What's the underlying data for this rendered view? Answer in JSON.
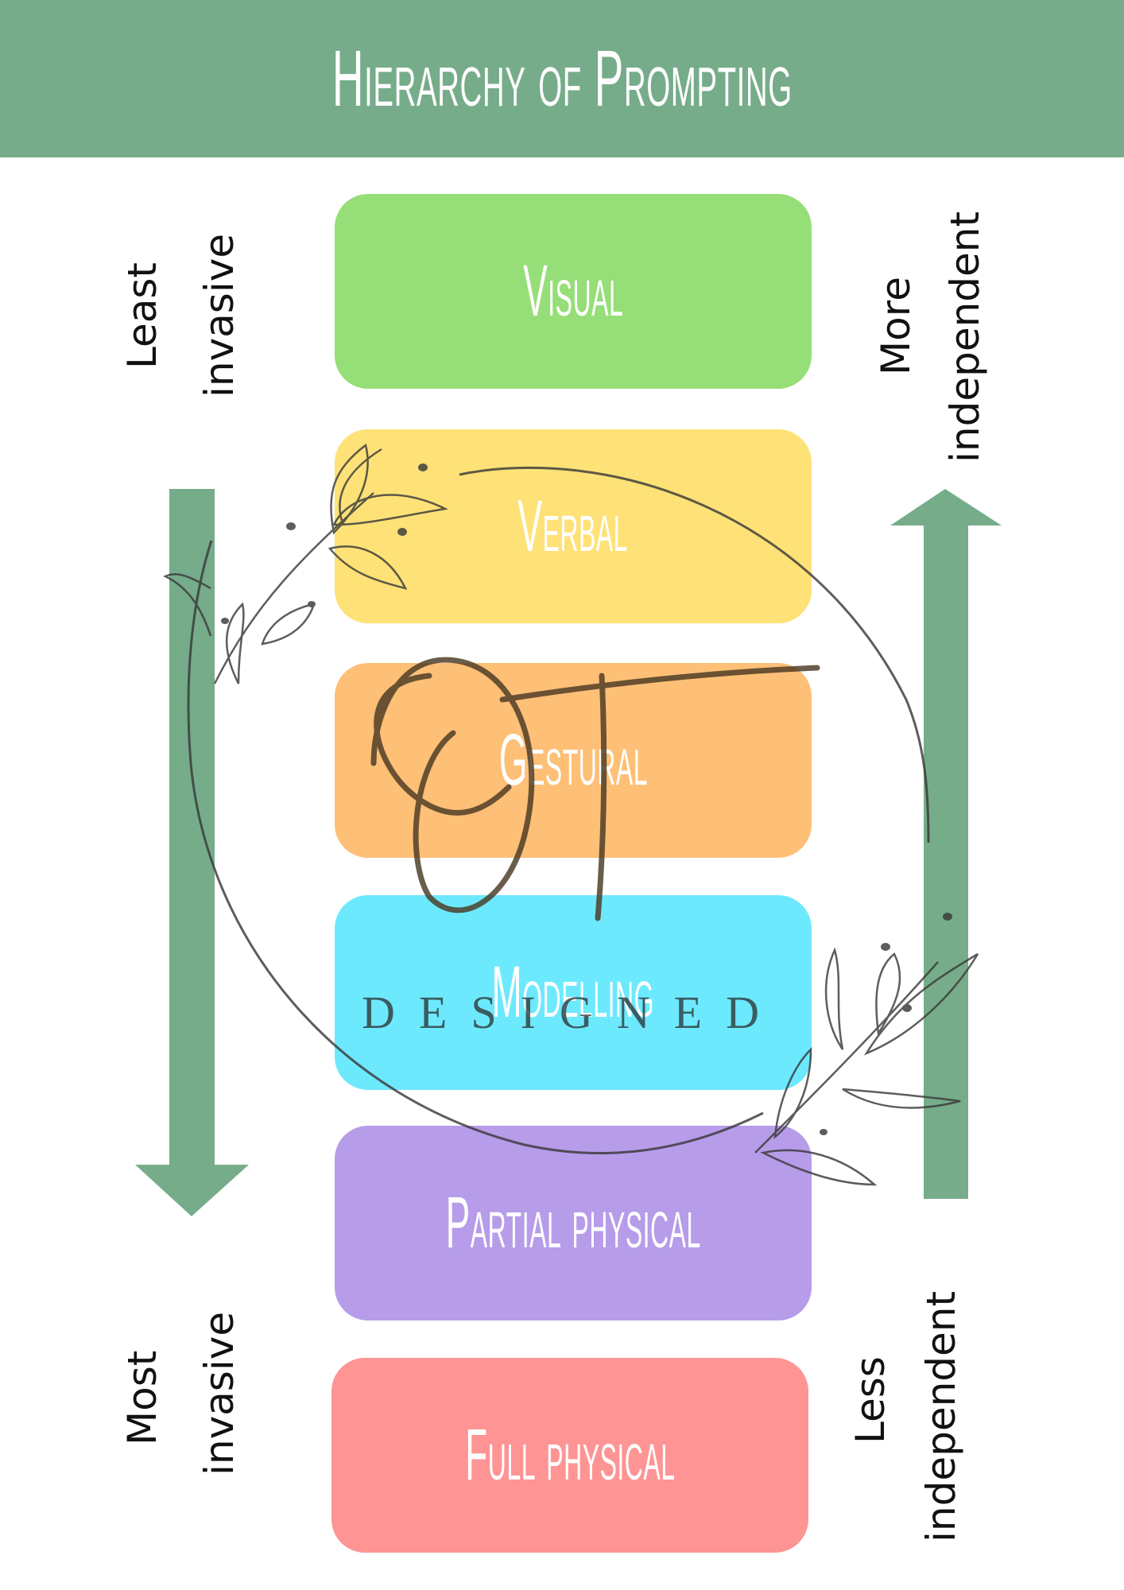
{
  "header": {
    "title": "Hierarchy of Prompting",
    "background": "#76AC8A"
  },
  "prompts": [
    {
      "label": "Visual",
      "color": "#96DE77"
    },
    {
      "label": "Verbal",
      "color": "#FEE277"
    },
    {
      "label": "Gestural",
      "color": "#FEBF77"
    },
    {
      "label": "Modelling",
      "color": "#6DE9FE"
    },
    {
      "label": "Partial physical",
      "color": "#B69CE9"
    },
    {
      "label": "Full physical",
      "color": "#FE9494"
    }
  ],
  "left_axis": {
    "top_line1": "Least",
    "top_line2": "invasive",
    "bottom_line1": "Most",
    "bottom_line2": "invasive",
    "arrow_direction": "down",
    "arrow_color": "#76AC8A"
  },
  "right_axis": {
    "top_line1": "More",
    "top_line2": "independent",
    "bottom_line1": "Less",
    "bottom_line2": "independent",
    "arrow_direction": "up",
    "arrow_color": "#76AC8A"
  },
  "watermark": {
    "monogram": "OT",
    "subtitle": "DESIGNED"
  }
}
